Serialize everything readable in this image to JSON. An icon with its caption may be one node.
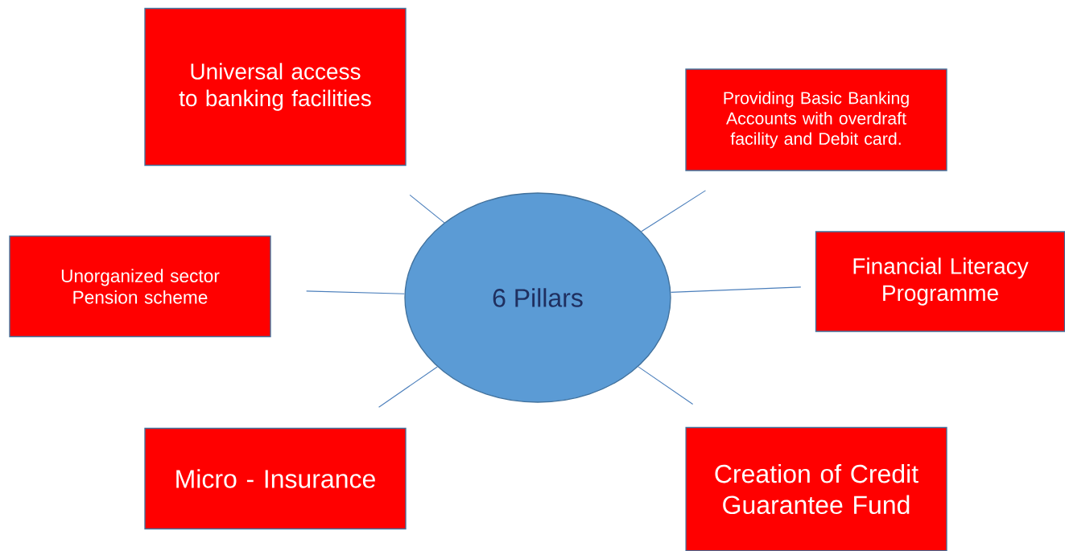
{
  "diagram": {
    "nodes": [
      {
        "text": [
          "6 Pillars"
        ]
      },
      {
        "text": [
          "Universal access to banking facilities"
        ]
      },
      {
        "text": [
          "Providing Basic Banking Accounts with overdraft facility and Debit card."
        ]
      },
      {
        "text": [
          "Unorganized sector Pension scheme"
        ]
      },
      {
        "text": [
          "Financial Literacy Programme"
        ]
      },
      {
        "text": [
          "Micro - Insurance"
        ]
      },
      {
        "text": [
          "Creation of Credit Guarantee Fund"
        ]
      }
    ],
    "edges": [
      {
        "from": 0,
        "to": 1,
        "arrow": "none"
      },
      {
        "from": 0,
        "to": 2,
        "arrow": "none"
      },
      {
        "from": 0,
        "to": 3,
        "arrow": "none"
      },
      {
        "from": 0,
        "to": 4,
        "arrow": "none"
      },
      {
        "from": 0,
        "to": 5,
        "arrow": "none"
      },
      {
        "from": 0,
        "to": 6,
        "arrow": "none"
      }
    ]
  }
}
